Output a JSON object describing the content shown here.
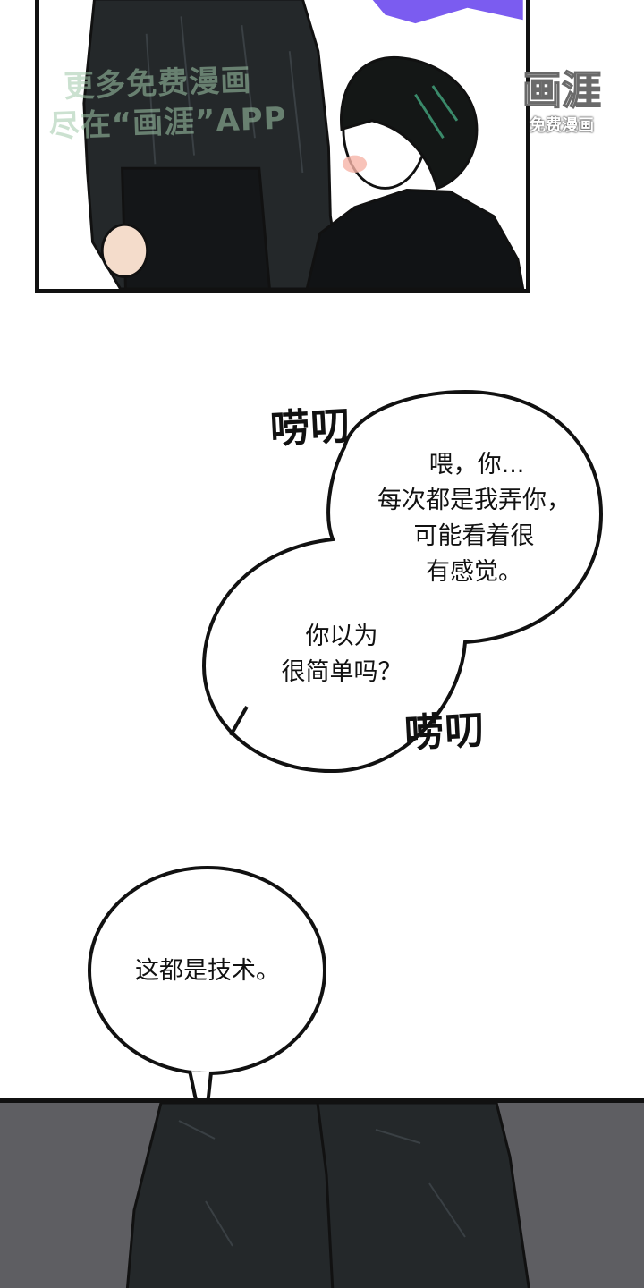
{
  "watermark_left": {
    "line1": "更多免费漫画",
    "line2": "尽在“画涯”APP"
  },
  "watermark_right": {
    "logo": "画涯",
    "sub": "免费漫画"
  },
  "sfx": {
    "first": "唠叨",
    "second": "唠叨"
  },
  "bubble_upper": {
    "line1": "喂，你...",
    "line2": "每次都是我弄你，",
    "line3": "可能看着很",
    "line4": "有感觉。"
  },
  "bubble_lower": {
    "line1": "你以为",
    "line2": "很简单吗？"
  },
  "bubble_bottom": {
    "line1": "这都是技术。"
  },
  "colors": {
    "purple_accent": "#7b5cf0",
    "ink": "#111111",
    "dark_clothes": "#24282a",
    "bottom_bg": "#5e5e62"
  }
}
